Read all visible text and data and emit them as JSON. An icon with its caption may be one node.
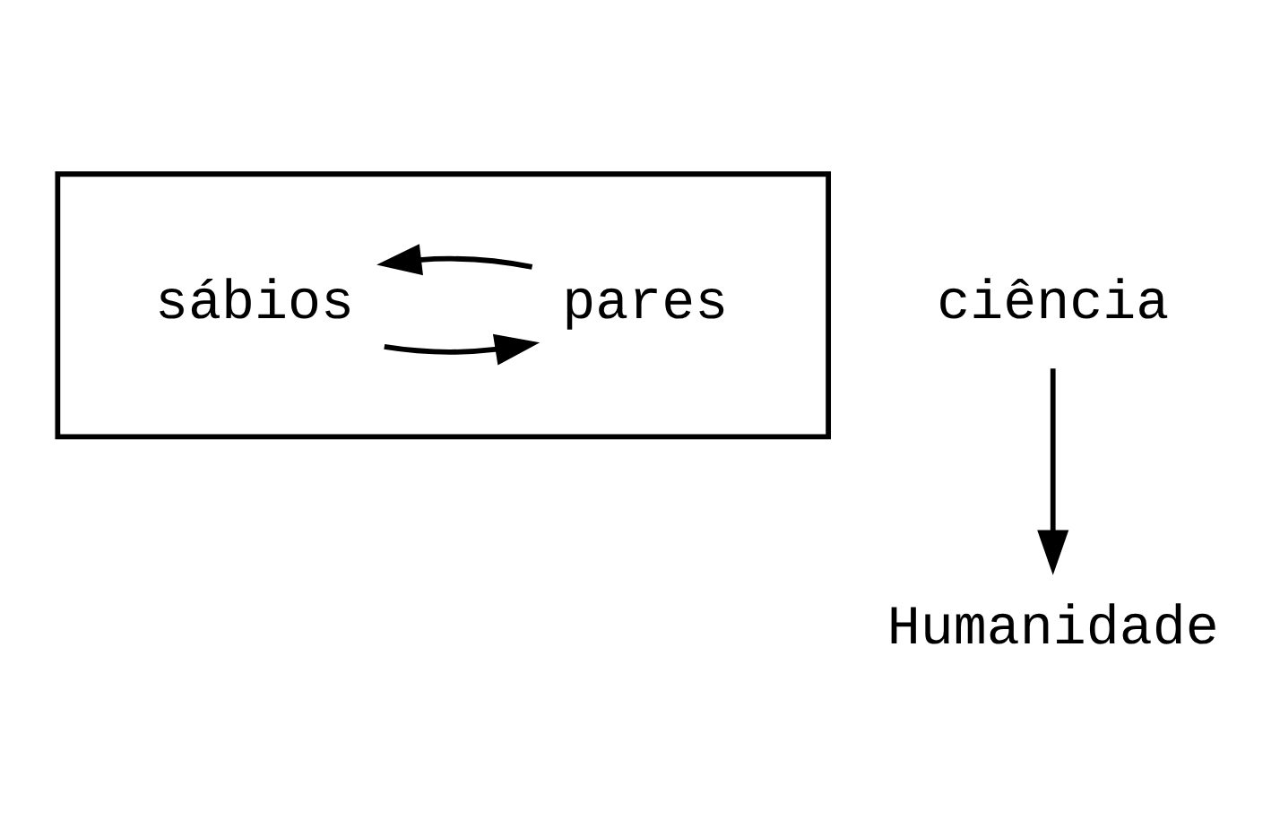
{
  "diagram": {
    "nodes": [
      {
        "text": [],
        "shape": "box"
      },
      {
        "text": [
          "sábios"
        ],
        "in": 0
      },
      {
        "text": [
          "pares"
        ],
        "in": 0
      },
      {
        "text": [
          "ciência"
        ]
      },
      {
        "text": [
          "Humanidade"
        ]
      }
    ],
    "edges": [
      {
        "from": 3,
        "to": 4,
        "arrow": "to"
      },
      {
        "from": 1,
        "to": 2,
        "arrow": "to"
      },
      {
        "from": 2,
        "to": 1,
        "arrow": "to"
      }
    ]
  }
}
